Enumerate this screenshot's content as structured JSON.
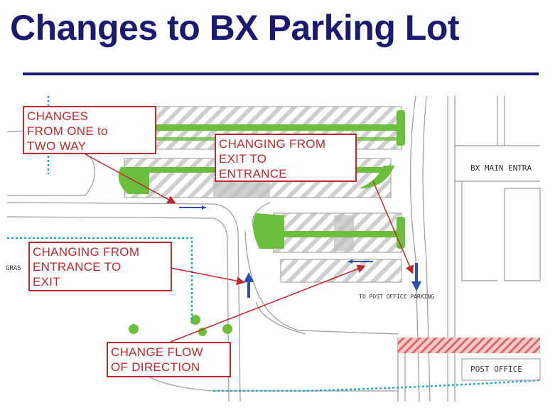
{
  "title": "Changes to BX Parking Lot",
  "callouts": {
    "one_to_two_way": [
      "CHANGES",
      "FROM ONE to",
      "TWO WAY"
    ],
    "exit_to_entrance": [
      "CHANGING FROM",
      "EXIT TO",
      "ENTRANCE"
    ],
    "entrance_to_exit": [
      "CHANGING FROM",
      "ENTRANCE TO",
      "EXIT"
    ],
    "change_flow": [
      "CHANGE FLOW",
      "OF DIRECTION"
    ]
  },
  "map_labels": {
    "bx_main_entrance": "BX MAIN ENTRA",
    "post_office": "POST OFFICE",
    "to_post_office_parking": "TO POST OFFICE PARKING",
    "grass": "GRAS"
  },
  "colors": {
    "title": "#1a1a70",
    "callout": "#c0282d",
    "island_green": "#6cbf3c",
    "arrow_blue": "#2f4fb0",
    "utility_cyan": "#23a9c9"
  }
}
